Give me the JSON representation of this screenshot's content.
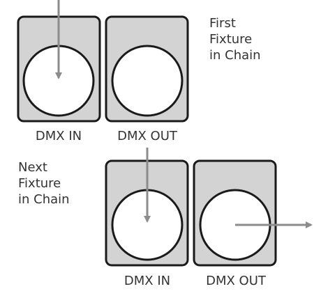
{
  "diagram": {
    "first_fixture": {
      "label_lines": [
        "First",
        "Fixture",
        "in Chain"
      ],
      "jacks": [
        {
          "label": "DMX IN"
        },
        {
          "label": "DMX OUT"
        }
      ]
    },
    "next_fixture": {
      "label_lines": [
        "Next",
        "Fixture",
        "in Chain"
      ],
      "jacks": [
        {
          "label": "DMX IN"
        },
        {
          "label": "DMX OUT"
        }
      ]
    },
    "colors": {
      "panel_fill": "#d3d3d3",
      "outline": "#1a1a1a",
      "arrow": "#8c8c8c",
      "text": "#333333"
    }
  }
}
